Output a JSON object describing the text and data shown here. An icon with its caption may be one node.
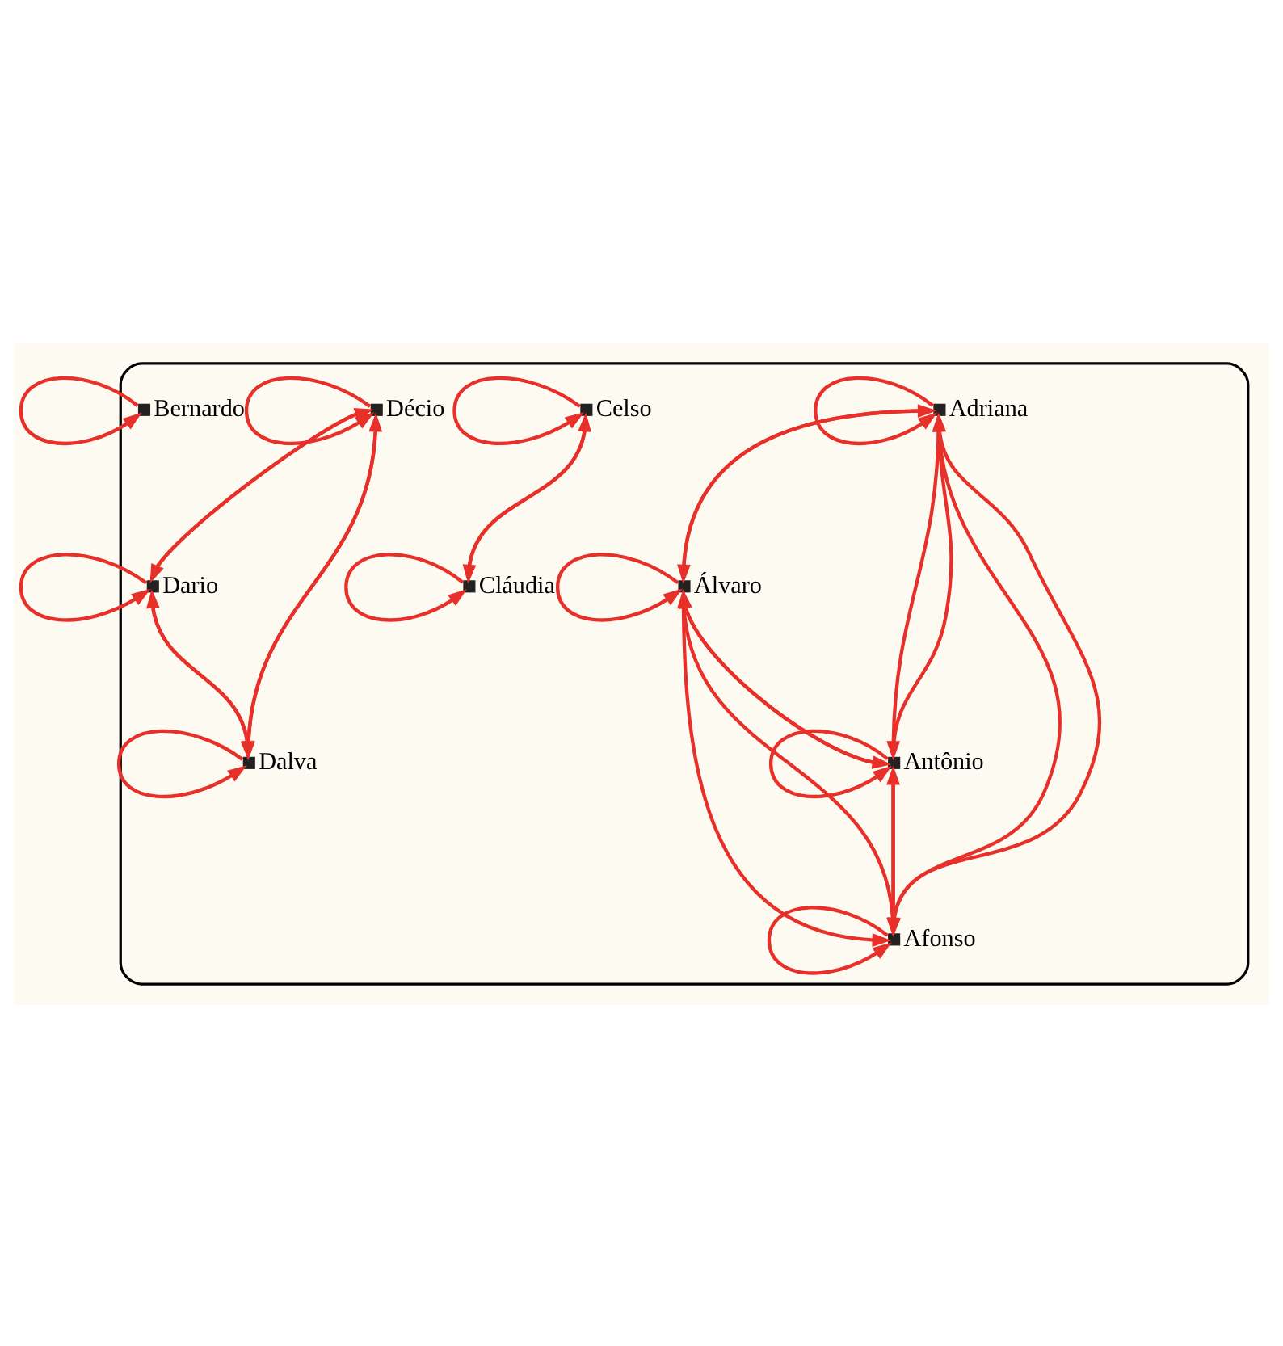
{
  "diagram": {
    "nodes": [
      {
        "text": [],
        "shape": "ellipse"
      },
      {
        "text": [
          "Adriana"
        ],
        "in": 0
      },
      {
        "text": [
          "Álvaro"
        ],
        "in": 0
      },
      {
        "text": [
          "Afonso"
        ],
        "in": 0
      },
      {
        "text": [
          "Antônio"
        ],
        "in": 0
      },
      {
        "text": [
          "Celso"
        ],
        "in": 0
      },
      {
        "text": [
          "Cláudia"
        ],
        "in": 0
      },
      {
        "text": [
          "Décio"
        ],
        "in": 0
      },
      {
        "text": [
          "Bernardo"
        ],
        "in": 0
      },
      {
        "text": [
          "Dario"
        ],
        "in": 0
      },
      {
        "text": [
          "Dalva"
        ],
        "in": 0
      }
    ],
    "edges": [
      {
        "from": 1,
        "to": 1,
        "arrow": "to"
      },
      {
        "from": 2,
        "to": 2,
        "arrow": "to"
      },
      {
        "from": 3,
        "to": 3,
        "arrow": "to"
      },
      {
        "from": 4,
        "to": 4,
        "arrow": "to"
      },
      {
        "from": 1,
        "to": 2,
        "arrow": "to"
      },
      {
        "from": 2,
        "to": 1,
        "arrow": "to"
      },
      {
        "from": 1,
        "to": 3,
        "arrow": "to"
      },
      {
        "from": 3,
        "to": 1,
        "arrow": "to"
      },
      {
        "from": 1,
        "to": 4,
        "arrow": "to"
      },
      {
        "from": 4,
        "to": 1,
        "arrow": "to"
      },
      {
        "from": 2,
        "to": 3,
        "arrow": "to"
      },
      {
        "from": 3,
        "to": 2,
        "arrow": "to"
      },
      {
        "from": 2,
        "to": 4,
        "arrow": "to"
      },
      {
        "from": 4,
        "to": 2,
        "arrow": "to"
      },
      {
        "from": 3,
        "to": 4,
        "arrow": "to"
      },
      {
        "from": 4,
        "to": 3,
        "arrow": "to"
      },
      {
        "from": 5,
        "to": 5,
        "arrow": "to"
      },
      {
        "from": 6,
        "to": 6,
        "arrow": "to"
      },
      {
        "from": 5,
        "to": 6,
        "arrow": "to"
      },
      {
        "from": 6,
        "to": 5,
        "arrow": "to"
      },
      {
        "from": 8,
        "to": 8,
        "arrow": "to"
      },
      {
        "from": 7,
        "to": 7,
        "arrow": "to"
      },
      {
        "from": 9,
        "to": 9,
        "arrow": "to"
      },
      {
        "from": 10,
        "to": 10,
        "arrow": "to"
      },
      {
        "from": 7,
        "to": 9,
        "arrow": "to"
      },
      {
        "from": 9,
        "to": 7,
        "arrow": "to"
      },
      {
        "from": 7,
        "to": 10,
        "arrow": "to"
      },
      {
        "from": 10,
        "to": 7,
        "arrow": "to"
      },
      {
        "from": 9,
        "to": 10,
        "arrow": "to"
      },
      {
        "from": 10,
        "to": 9,
        "arrow": "to"
      }
    ]
  }
}
